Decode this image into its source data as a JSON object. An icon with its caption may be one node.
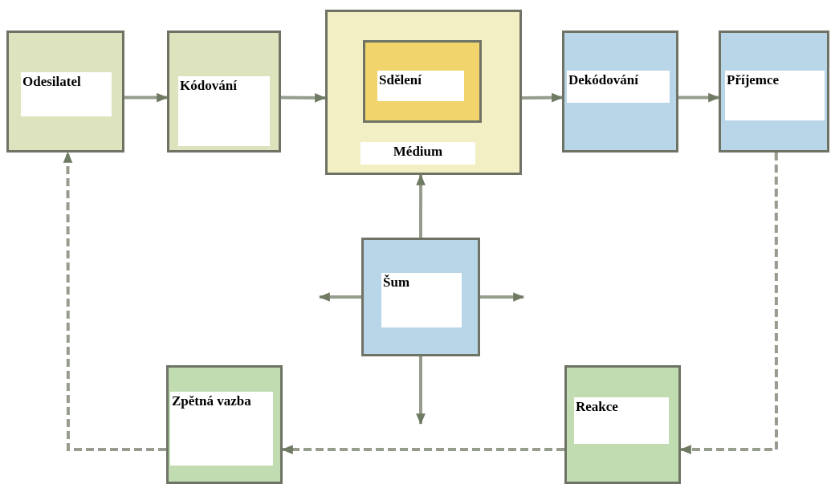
{
  "diagram": {
    "nodes": [
      {
        "text": [
          "Odesilatel"
        ]
      },
      {
        "text": [
          "Kódování"
        ]
      },
      {
        "text": [
          "Médium"
        ]
      },
      {
        "text": [
          "Sdělení"
        ],
        "in": 2
      },
      {
        "text": [
          "Dekódování"
        ]
      },
      {
        "text": [
          "Příjemce"
        ]
      },
      {
        "text": [
          "Šum"
        ]
      },
      {
        "text": [
          "Zpětná vazba"
        ]
      },
      {
        "text": [
          "Reakce"
        ]
      }
    ],
    "edges": [
      {
        "from": 0,
        "to": 1,
        "arrow": "to"
      },
      {
        "from": 1,
        "to": 2,
        "arrow": "to"
      },
      {
        "from": 2,
        "to": 4,
        "arrow": "to"
      },
      {
        "from": 4,
        "to": 5,
        "arrow": "to"
      },
      {
        "from": 6,
        "to": 2,
        "arrow": "to"
      },
      {
        "from": 6,
        "to": null,
        "arrow": "to"
      },
      {
        "from": 6,
        "to": null,
        "arrow": "to"
      },
      {
        "from": 6,
        "to": null,
        "arrow": "to"
      },
      {
        "from": 5,
        "to": 8,
        "arrow": "to",
        "style": "dashed"
      },
      {
        "from": 8,
        "to": 7,
        "arrow": "to",
        "style": "dashed"
      },
      {
        "from": 7,
        "to": 0,
        "arrow": "to",
        "style": "dashed"
      }
    ]
  }
}
